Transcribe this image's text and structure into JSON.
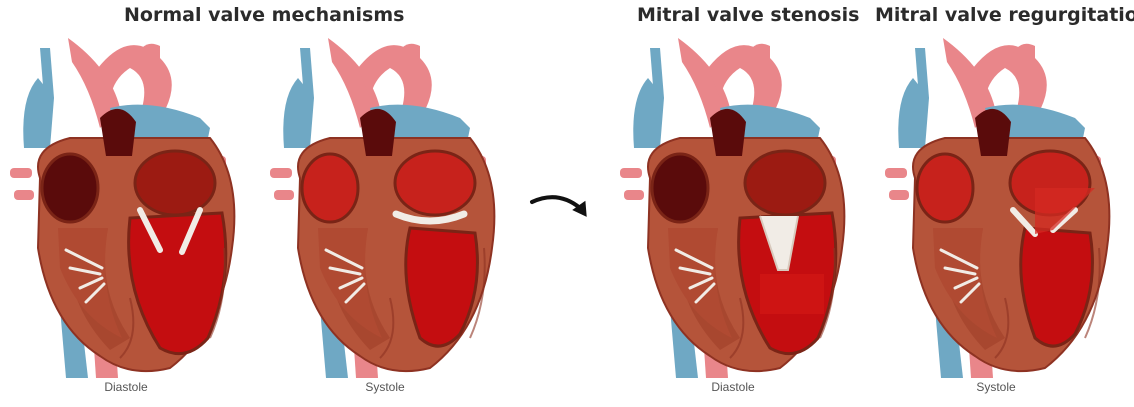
{
  "titles": {
    "normal": "Normal valve mechanisms",
    "stenosis": "Mitral valve stenosis",
    "regurgitation": "Mitral valve regurgitation"
  },
  "captions": [
    "Diastole",
    "Systole",
    "Diastole",
    "Systole"
  ],
  "colors": {
    "aorta": "#e9868a",
    "vein_blue": "#6fa8c4",
    "myocardium": "#b5543a",
    "myocardium_dark": "#7a2416",
    "chamber_red": "#c40d10",
    "chamber_dark": "#5a0b0b",
    "valve_white": "#f1ece6"
  },
  "hearts": [
    {
      "phase": "diastole",
      "condition": "normal",
      "icon": "heart-diastole-icon"
    },
    {
      "phase": "systole",
      "condition": "normal",
      "icon": "heart-systole-icon"
    },
    {
      "phase": "diastole",
      "condition": "stenosis",
      "icon": "heart-stenosis-icon"
    },
    {
      "phase": "systole",
      "condition": "regurgitation",
      "icon": "heart-regurgitation-icon"
    }
  ]
}
